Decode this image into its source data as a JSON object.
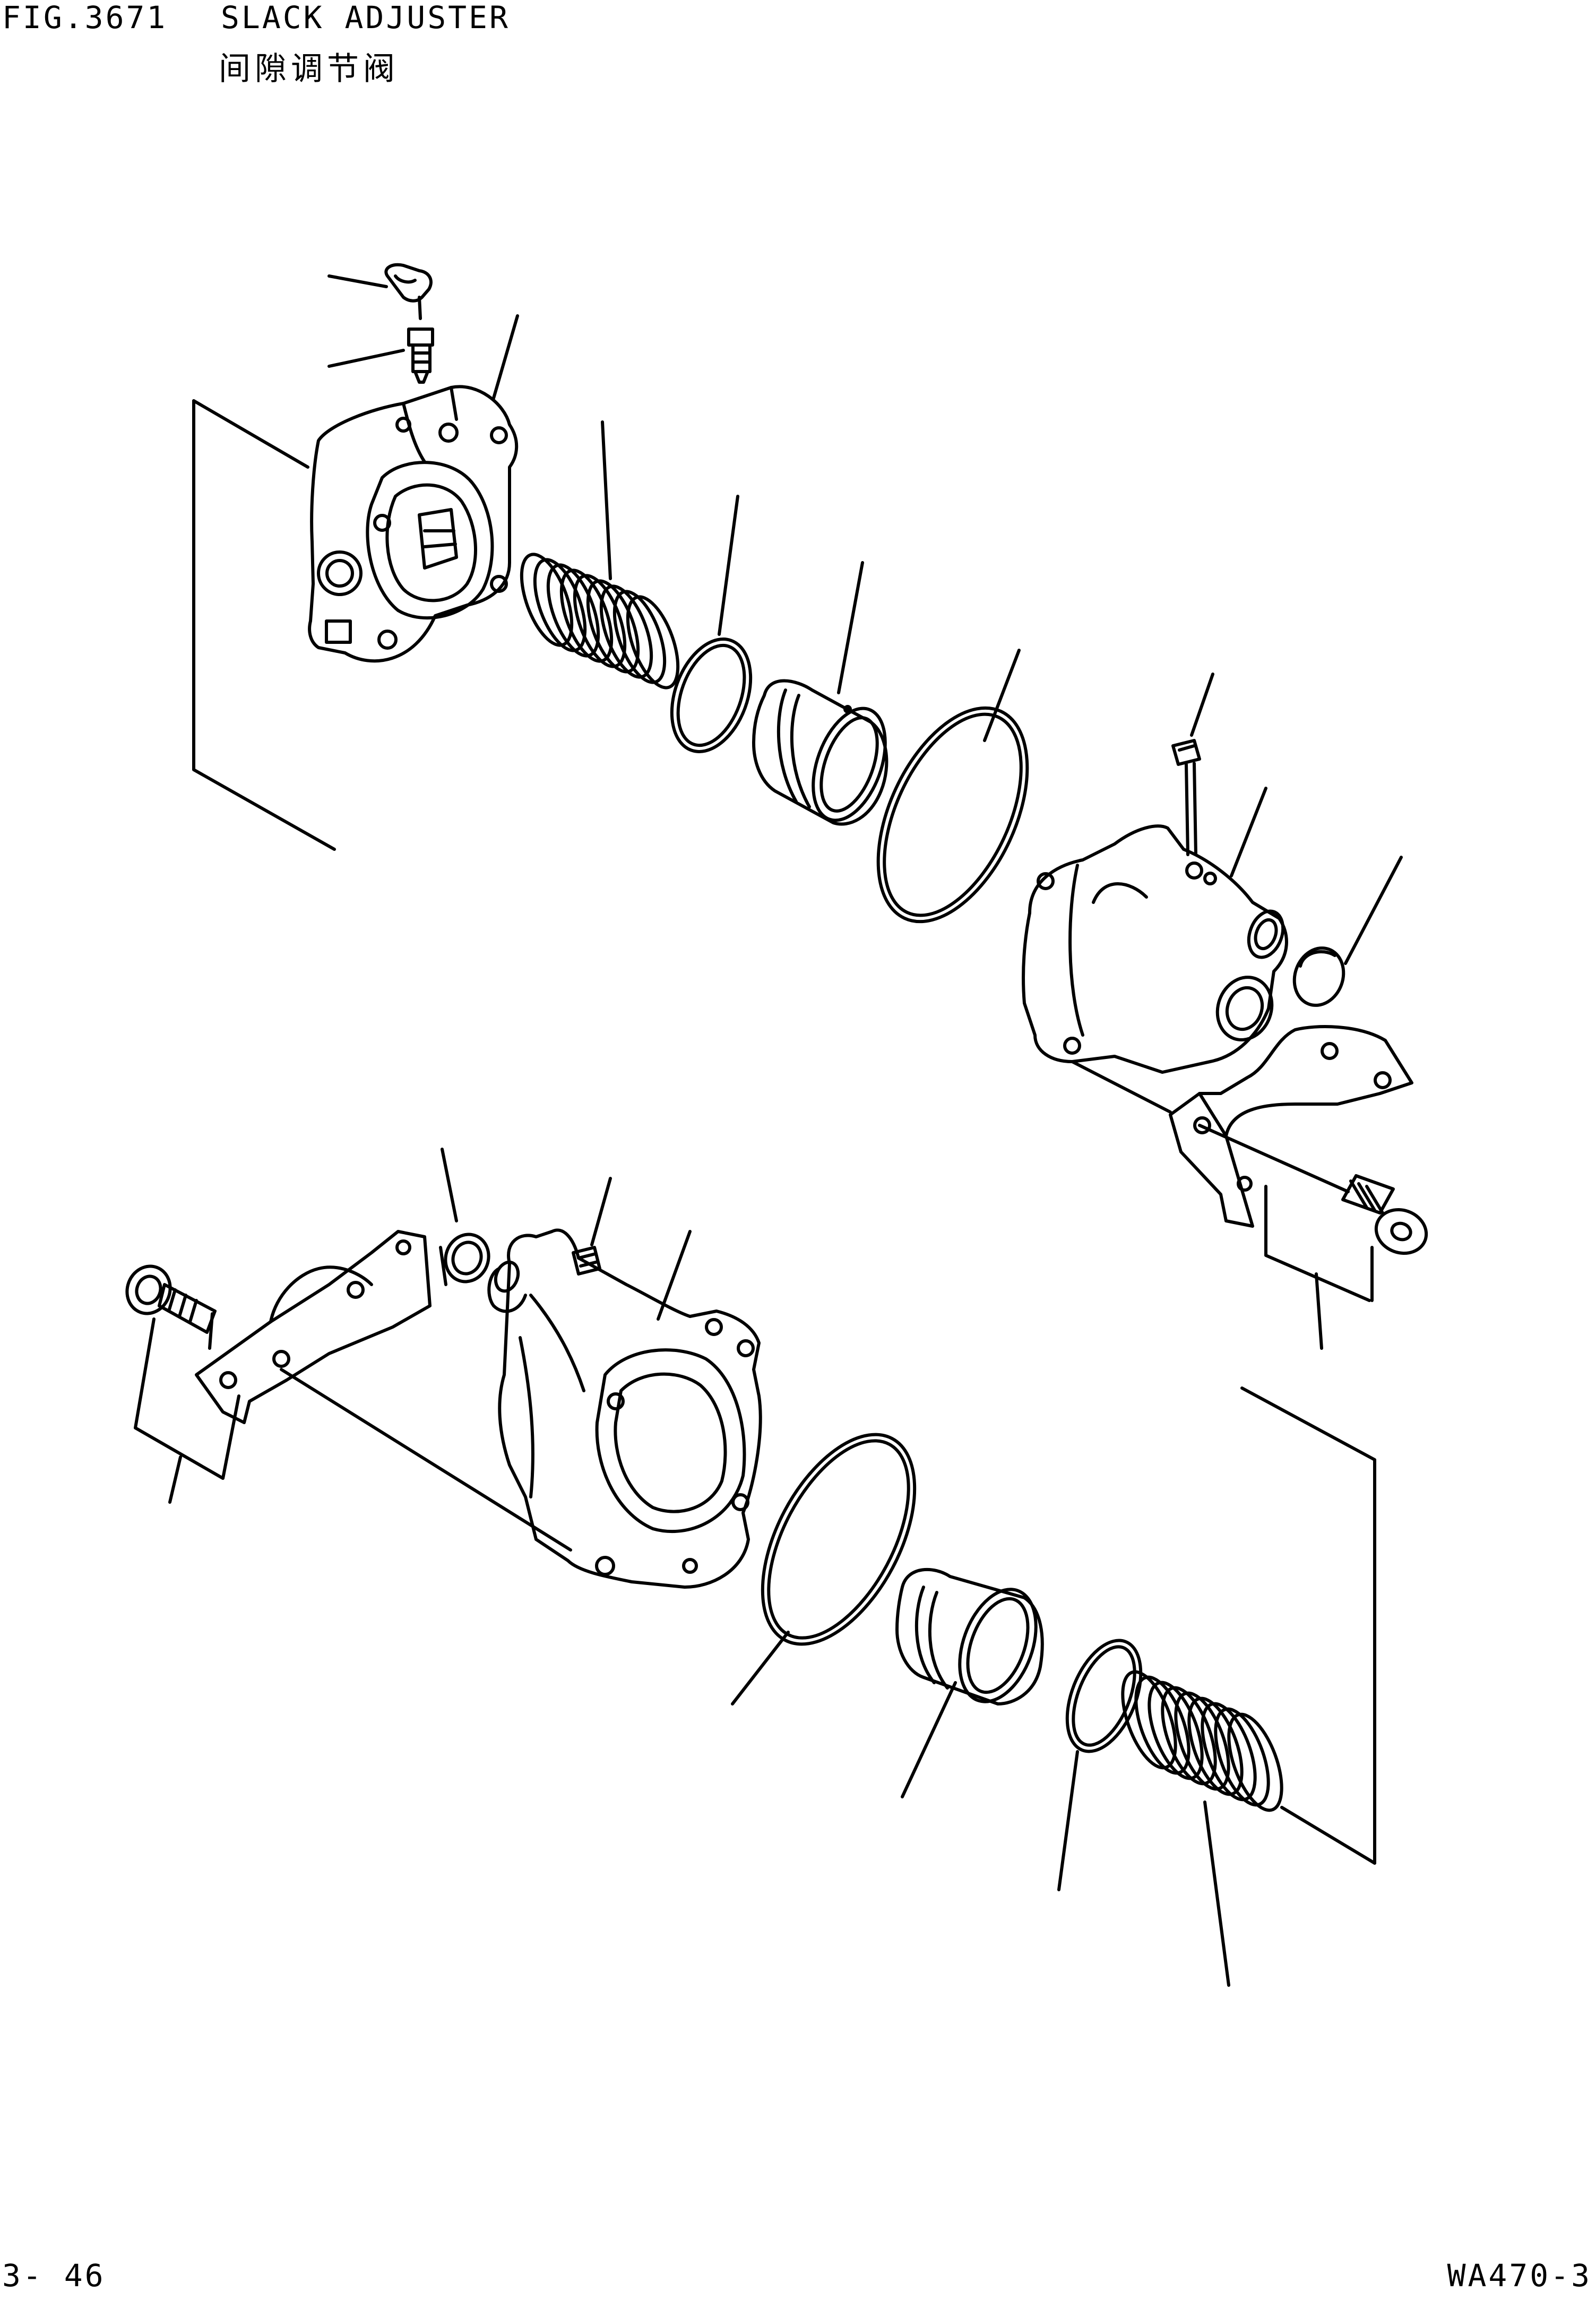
{
  "header": {
    "figure_number": "FIG.3671",
    "title": "SLACK ADJUSTER",
    "title_zh": "间隙调节阀"
  },
  "footer": {
    "page": "3- 46",
    "model": "WA470-3"
  },
  "colors": {
    "ink": "#000000",
    "paper": "#ffffff"
  }
}
